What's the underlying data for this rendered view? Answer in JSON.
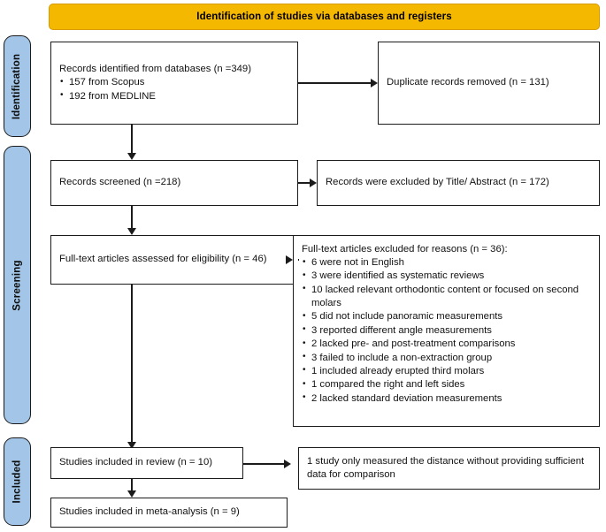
{
  "banner": {
    "title": "Identification of studies via databases and registers"
  },
  "stages": [
    {
      "id": "identification",
      "label": "Identification"
    },
    {
      "id": "screening",
      "label": "Screening"
    },
    {
      "id": "included",
      "label": "Included"
    }
  ],
  "boxes": {
    "identified": {
      "heading": "Records identified from databases (n =349)",
      "items": [
        "157 from Scopus",
        "192 from MEDLINE"
      ]
    },
    "duplicates": {
      "heading": "Duplicate records removed (n = 131)"
    },
    "screened": {
      "heading": "Records screened (n =218)"
    },
    "excluded_title_abstract": {
      "heading": "Records were excluded by Title/ Abstract (n = 172)"
    },
    "fulltext_assessed": {
      "heading": "Full-text articles assessed for eligibility (n = 46)"
    },
    "excluded_reasons": {
      "heading": "Full-text articles excluded for reasons (n = 36):",
      "items": [
        "6 were not in English",
        "3 were identified as systematic reviews",
        "10 lacked relevant orthodontic content or focused on second molars",
        "5 did not include panoramic measurements",
        "3 reported different angle measurements",
        "2 lacked pre- and post-treatment comparisons",
        "3 failed to include a non-extraction group",
        "1 included already erupted third molars",
        "1 compared the right and left sides",
        "2 lacked standard deviation measurements"
      ]
    },
    "included_review": {
      "heading": "Studies included in review (n = 10)"
    },
    "one_study": {
      "heading": "1 study only measured the distance without providing sufficient data for comparison"
    },
    "included_meta": {
      "heading": "Studies included in meta-analysis (n = 9)"
    }
  },
  "colors": {
    "banner_fill": "#F5B800",
    "banner_border": "#D79B00",
    "stage_fill": "#A3C6E8",
    "box_border": "#1b1b1b",
    "box_fill": "#ffffff",
    "connector": "#1b1b1b"
  },
  "chart_data": {
    "type": "diagram",
    "title": "PRISMA 2020 flow diagram",
    "flow": [
      {
        "stage": "Identification",
        "node": "Records identified from databases",
        "n": 349,
        "breakdown": [
          {
            "source": "Scopus",
            "n": 157
          },
          {
            "source": "MEDLINE",
            "n": 192
          }
        ]
      },
      {
        "stage": "Identification",
        "node": "Duplicate records removed",
        "n": 131
      },
      {
        "stage": "Screening",
        "node": "Records screened",
        "n": 218
      },
      {
        "stage": "Screening",
        "node": "Records were excluded by Title/ Abstract",
        "n": 172
      },
      {
        "stage": "Screening",
        "node": "Full-text articles assessed for eligibility",
        "n": 46
      },
      {
        "stage": "Screening",
        "node": "Full-text articles excluded for reasons",
        "n": 36,
        "reasons": [
          {
            "reason": "were not in English",
            "n": 6
          },
          {
            "reason": "were identified as systematic reviews",
            "n": 3
          },
          {
            "reason": "lacked relevant orthodontic content or focused on second molars",
            "n": 10
          },
          {
            "reason": "did not include panoramic measurements",
            "n": 5
          },
          {
            "reason": "reported different angle measurements",
            "n": 3
          },
          {
            "reason": "lacked pre- and post-treatment comparisons",
            "n": 2
          },
          {
            "reason": "failed to include a non-extraction group",
            "n": 3
          },
          {
            "reason": "included already erupted third molars",
            "n": 1
          },
          {
            "reason": "compared the right and left sides",
            "n": 1
          },
          {
            "reason": "lacked standard deviation measurements",
            "n": 2
          }
        ]
      },
      {
        "stage": "Included",
        "node": "Studies included in review",
        "n": 10
      },
      {
        "stage": "Included",
        "node": "1 study only measured the distance without providing sufficient data for comparison",
        "n": 1
      },
      {
        "stage": "Included",
        "node": "Studies included in meta-analysis",
        "n": 9
      }
    ]
  }
}
